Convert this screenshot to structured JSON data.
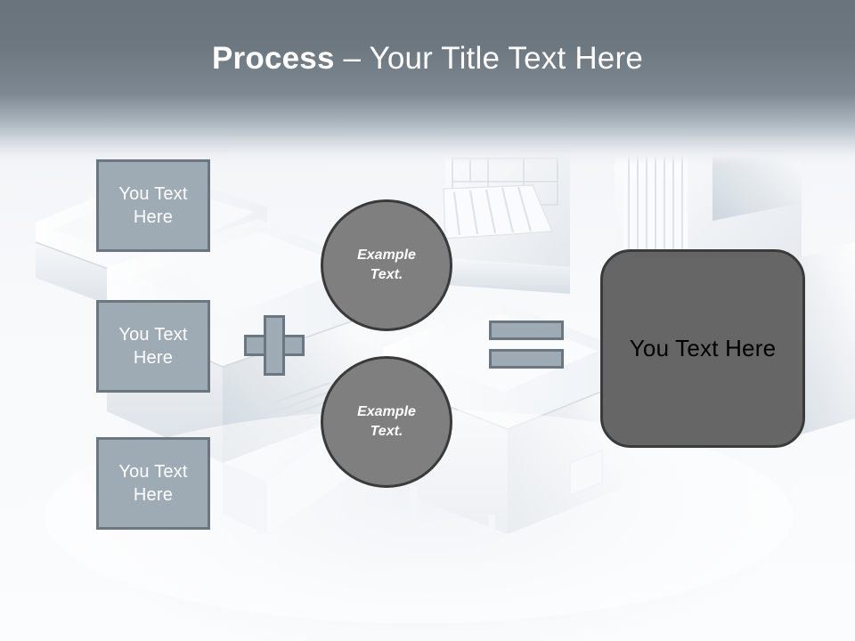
{
  "slide": {
    "title_bold": "Process",
    "title_rest": " – Your Title Text Here",
    "background": "white-3d-architectural-models-photo",
    "colors": {
      "header_gradient_top": "#69747d",
      "header_gradient_bottom": "#eef1f4",
      "box_fill": "#9eabb5",
      "box_border": "#6b7780",
      "circle_fill": "#7f7f7f",
      "circle_border": "#3a3a3a",
      "result_fill": "#666666",
      "result_border": "#3a3a3a",
      "title_text": "#ffffff",
      "box_text": "#ffffff",
      "result_text": "#000000"
    }
  },
  "inputs": {
    "boxes": [
      {
        "label": "You Text\nHere"
      },
      {
        "label": "You Text\nHere"
      },
      {
        "label": "You Text\nHere"
      }
    ]
  },
  "operators": {
    "plus": "+",
    "equals": "="
  },
  "modifiers": {
    "circles": [
      {
        "label": "Example\nText."
      },
      {
        "label": "Example\nText."
      }
    ]
  },
  "result": {
    "label": "You Text Here"
  }
}
